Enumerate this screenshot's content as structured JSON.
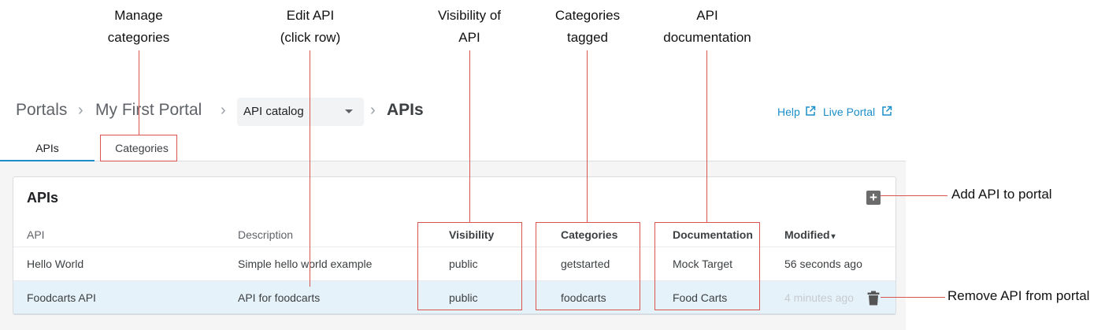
{
  "breadcrumb": {
    "portals": "Portals",
    "portal_name": "My First Portal",
    "section_select": "API catalog",
    "current": "APIs"
  },
  "top_links": {
    "help": "Help",
    "live_portal": "Live Portal"
  },
  "tabs": [
    {
      "label": "APIs",
      "active": true
    },
    {
      "label": "Categories",
      "active": false
    }
  ],
  "card": {
    "title": "APIs",
    "add_icon": "plus-icon",
    "columns": [
      "API",
      "Description",
      "Visibility",
      "Categories",
      "Documentation",
      "Modified"
    ],
    "sort_indicator": "▾",
    "rows": [
      {
        "api": "Hello World",
        "description": "Simple hello world example",
        "visibility": "public",
        "categories": "getstarted",
        "documentation": "Mock Target",
        "modified": "56 seconds ago"
      },
      {
        "api": "Foodcarts API",
        "description": "API for foodcarts",
        "visibility": "public",
        "categories": "foodcarts",
        "documentation": "Food Carts",
        "modified": "4 minutes ago",
        "hovered": true
      }
    ]
  },
  "annotations": {
    "manage_categories": [
      "Manage",
      "categories"
    ],
    "edit_api": [
      "Edit API",
      "(click row)"
    ],
    "visibility": [
      "Visibility of",
      "API"
    ],
    "categories_tagged": [
      "Categories",
      "tagged"
    ],
    "api_documentation": [
      "API",
      "documentation"
    ],
    "add_api": "Add API to portal",
    "remove_api": "Remove API from portal"
  },
  "colors": {
    "accent": "#1a8fc9",
    "annotation": "#d9534f",
    "row_hover": "#e6f2f9"
  }
}
